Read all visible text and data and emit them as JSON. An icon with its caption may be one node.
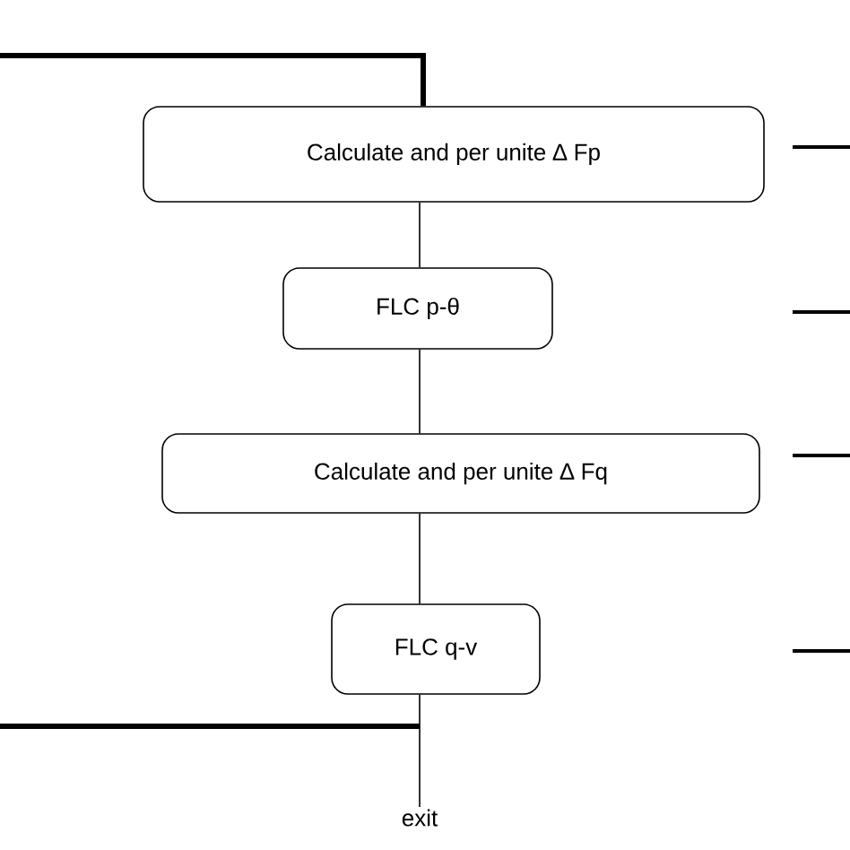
{
  "diagram": {
    "nodes": [
      {
        "text": [
          "Calculate and per unite ∆ Fp"
        ]
      },
      {
        "text": [
          "FLC p-θ"
        ]
      },
      {
        "text": [
          "Calculate and per unite ∆ Fq"
        ]
      },
      {
        "text": [
          "FLC q-v"
        ]
      },
      {
        "text": [
          "exit"
        ]
      }
    ],
    "edges": [
      {
        "from": 0,
        "to": 1,
        "arrow": "none"
      },
      {
        "from": 1,
        "to": 2,
        "arrow": "none"
      },
      {
        "from": 2,
        "to": 3,
        "arrow": "none"
      },
      {
        "from": 3,
        "to": 4,
        "arrow": "none"
      },
      {
        "from": null,
        "to": 0,
        "arrow": "none",
        "style": "thick"
      },
      {
        "from": null,
        "to": 4,
        "arrow": "none",
        "style": "thick"
      }
    ]
  }
}
